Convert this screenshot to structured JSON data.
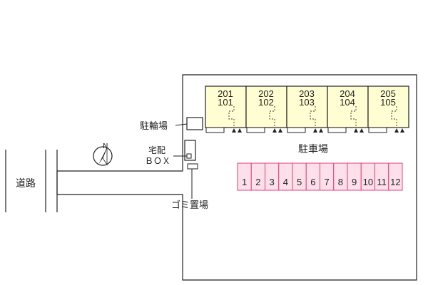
{
  "labels": {
    "road": "道路",
    "bicycle_parking": "駐輪場",
    "delivery_box_line1": "宅配",
    "delivery_box_line2": "ＢＯＸ",
    "parking_lot": "駐車場",
    "garbage_area": "ゴミ置場",
    "north": "N"
  },
  "units": [
    {
      "upper": "201",
      "lower": "101"
    },
    {
      "upper": "202",
      "lower": "102"
    },
    {
      "upper": "203",
      "lower": "103"
    },
    {
      "upper": "204",
      "lower": "104"
    },
    {
      "upper": "205",
      "lower": "105"
    }
  ],
  "parking_slots": [
    "1",
    "2",
    "3",
    "4",
    "5",
    "6",
    "7",
    "8",
    "9",
    "10",
    "11",
    "12"
  ],
  "colors": {
    "unit_fill": "#fefed2",
    "slot_fill": "#fde0ea",
    "slot_stroke": "#e0407a",
    "line": "#222222"
  }
}
